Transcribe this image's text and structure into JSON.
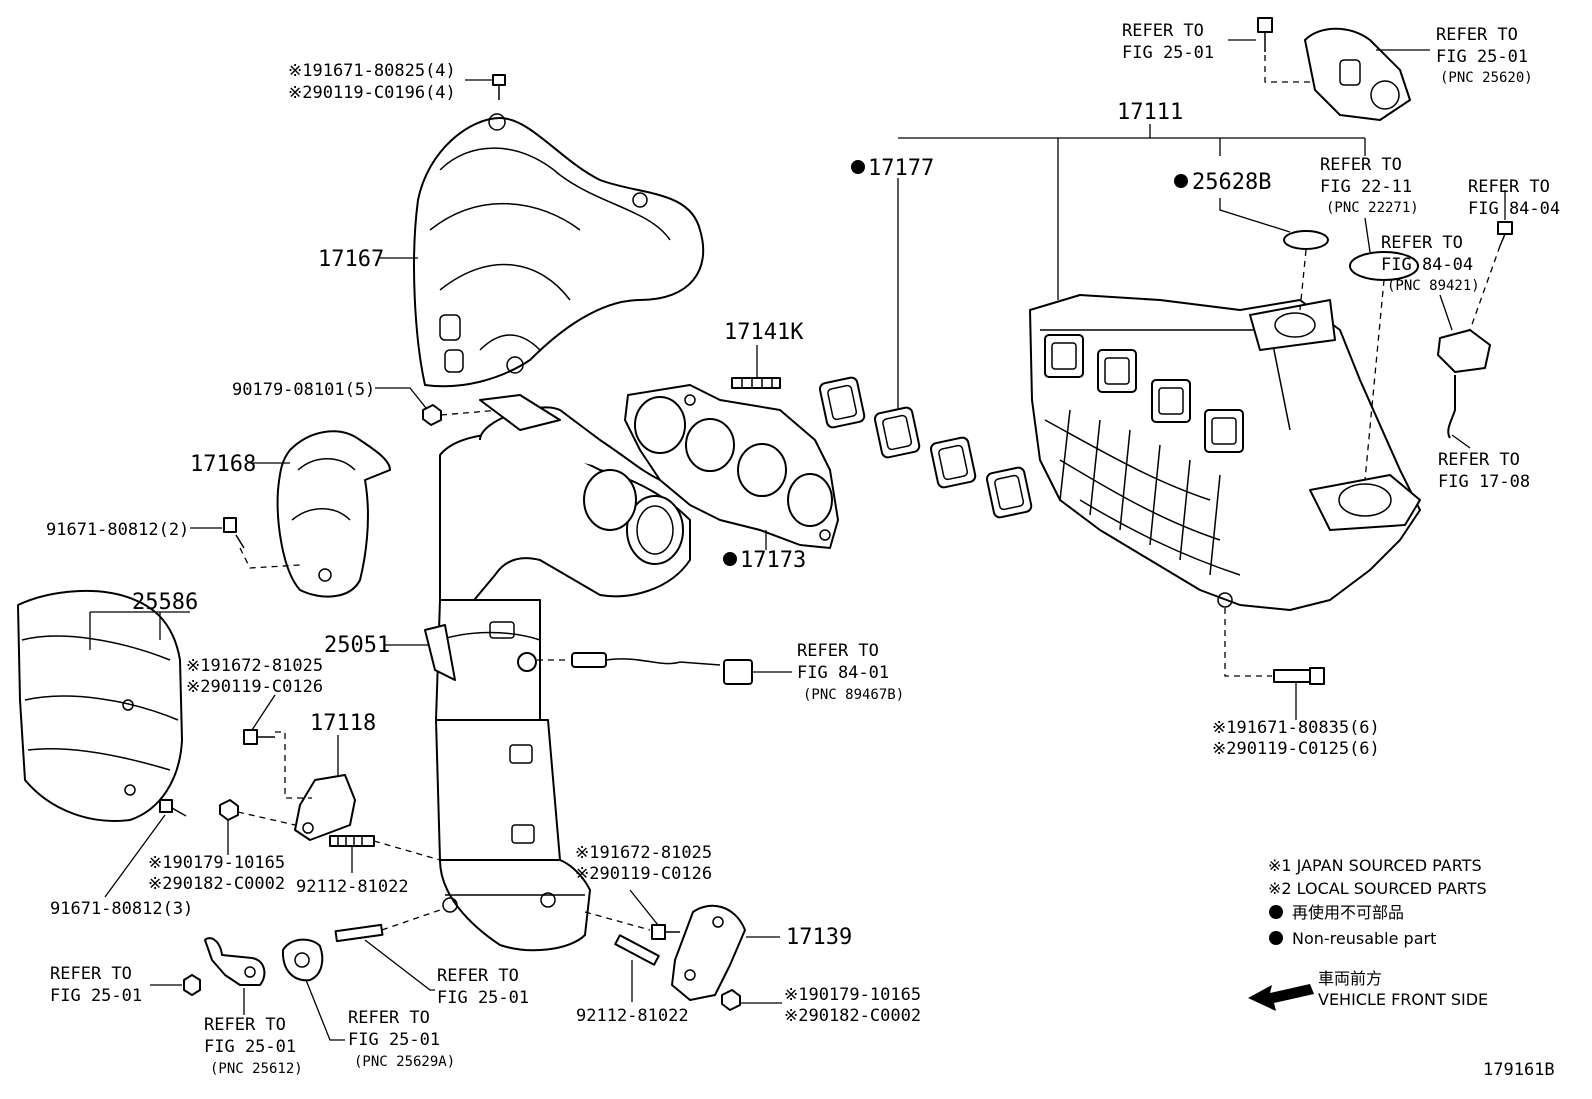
{
  "parts": {
    "p17167": "17167",
    "p17168": "17168",
    "p25586": "25586",
    "p25051": "25051",
    "p17118": "17118",
    "p17141k": "17141K",
    "p17173": "17173",
    "p17177": "17177",
    "p17111": "17111",
    "p25628b": "25628B",
    "p17139": "17139",
    "fig_id": "179161B"
  },
  "fasteners": {
    "bolt_top_1": "※191671-80825(4)",
    "bolt_top_2": "※290119-C0196(4)",
    "nut_90179": "90179-08101(5)",
    "bolt_91671_2": "91671-80812(2)",
    "bolt_91671_3": "91671-80812(3)",
    "bolt_17118_1": "※191672-81025",
    "bolt_17118_2": "※290119-C0126",
    "nut_17118_1": "※190179-10165",
    "nut_17118_2": "※290182-C0002",
    "stud_left": "92112-81022",
    "bolt_17139_1": "※191672-81025",
    "bolt_17139_2": "※290119-C0126",
    "stud_right": "92112-81022",
    "nut_17139_1": "※190179-10165",
    "nut_17139_2": "※290182-C0002",
    "bolt_manifold_1": "※191671-80835(6)",
    "bolt_manifold_2": "※290119-C0125(6)"
  },
  "refers": {
    "r_top_left": [
      "REFER TO",
      "FIG 25-01"
    ],
    "r_top_right": [
      "REFER TO",
      "FIG 25-01",
      "(PNC 25620)"
    ],
    "r_22_11": [
      "REFER TO",
      "FIG 22-11",
      "(PNC 22271)"
    ],
    "r_84_04_a": [
      "REFER TO",
      "FIG 84-04"
    ],
    "r_84_04_b": [
      "REFER TO",
      "FIG 84-04",
      "(PNC 89421)"
    ],
    "r_17_08": [
      "REFER TO",
      "FIG 17-08"
    ],
    "r_84_01": [
      "REFER TO",
      "FIG 84-01",
      "(PNC 89467B)"
    ],
    "r_bl_1": [
      "REFER TO",
      "FIG 25-01"
    ],
    "r_bl_2": [
      "REFER TO",
      "FIG 25-01",
      "(PNC 25612)"
    ],
    "r_bl_3": [
      "REFER TO",
      "FIG 25-01",
      "(PNC 25629A)"
    ],
    "r_bl_4": [
      "REFER TO",
      "FIG 25-01"
    ]
  },
  "legend": {
    "japan": "※1 JAPAN SOURCED PARTS",
    "local": "※2 LOCAL SOURCED PARTS",
    "nonreuse_jp": "再使用不可部品",
    "nonreuse_en": "Non-reusable part",
    "front_jp": "車両前方",
    "front_en": "VEHICLE FRONT SIDE"
  }
}
